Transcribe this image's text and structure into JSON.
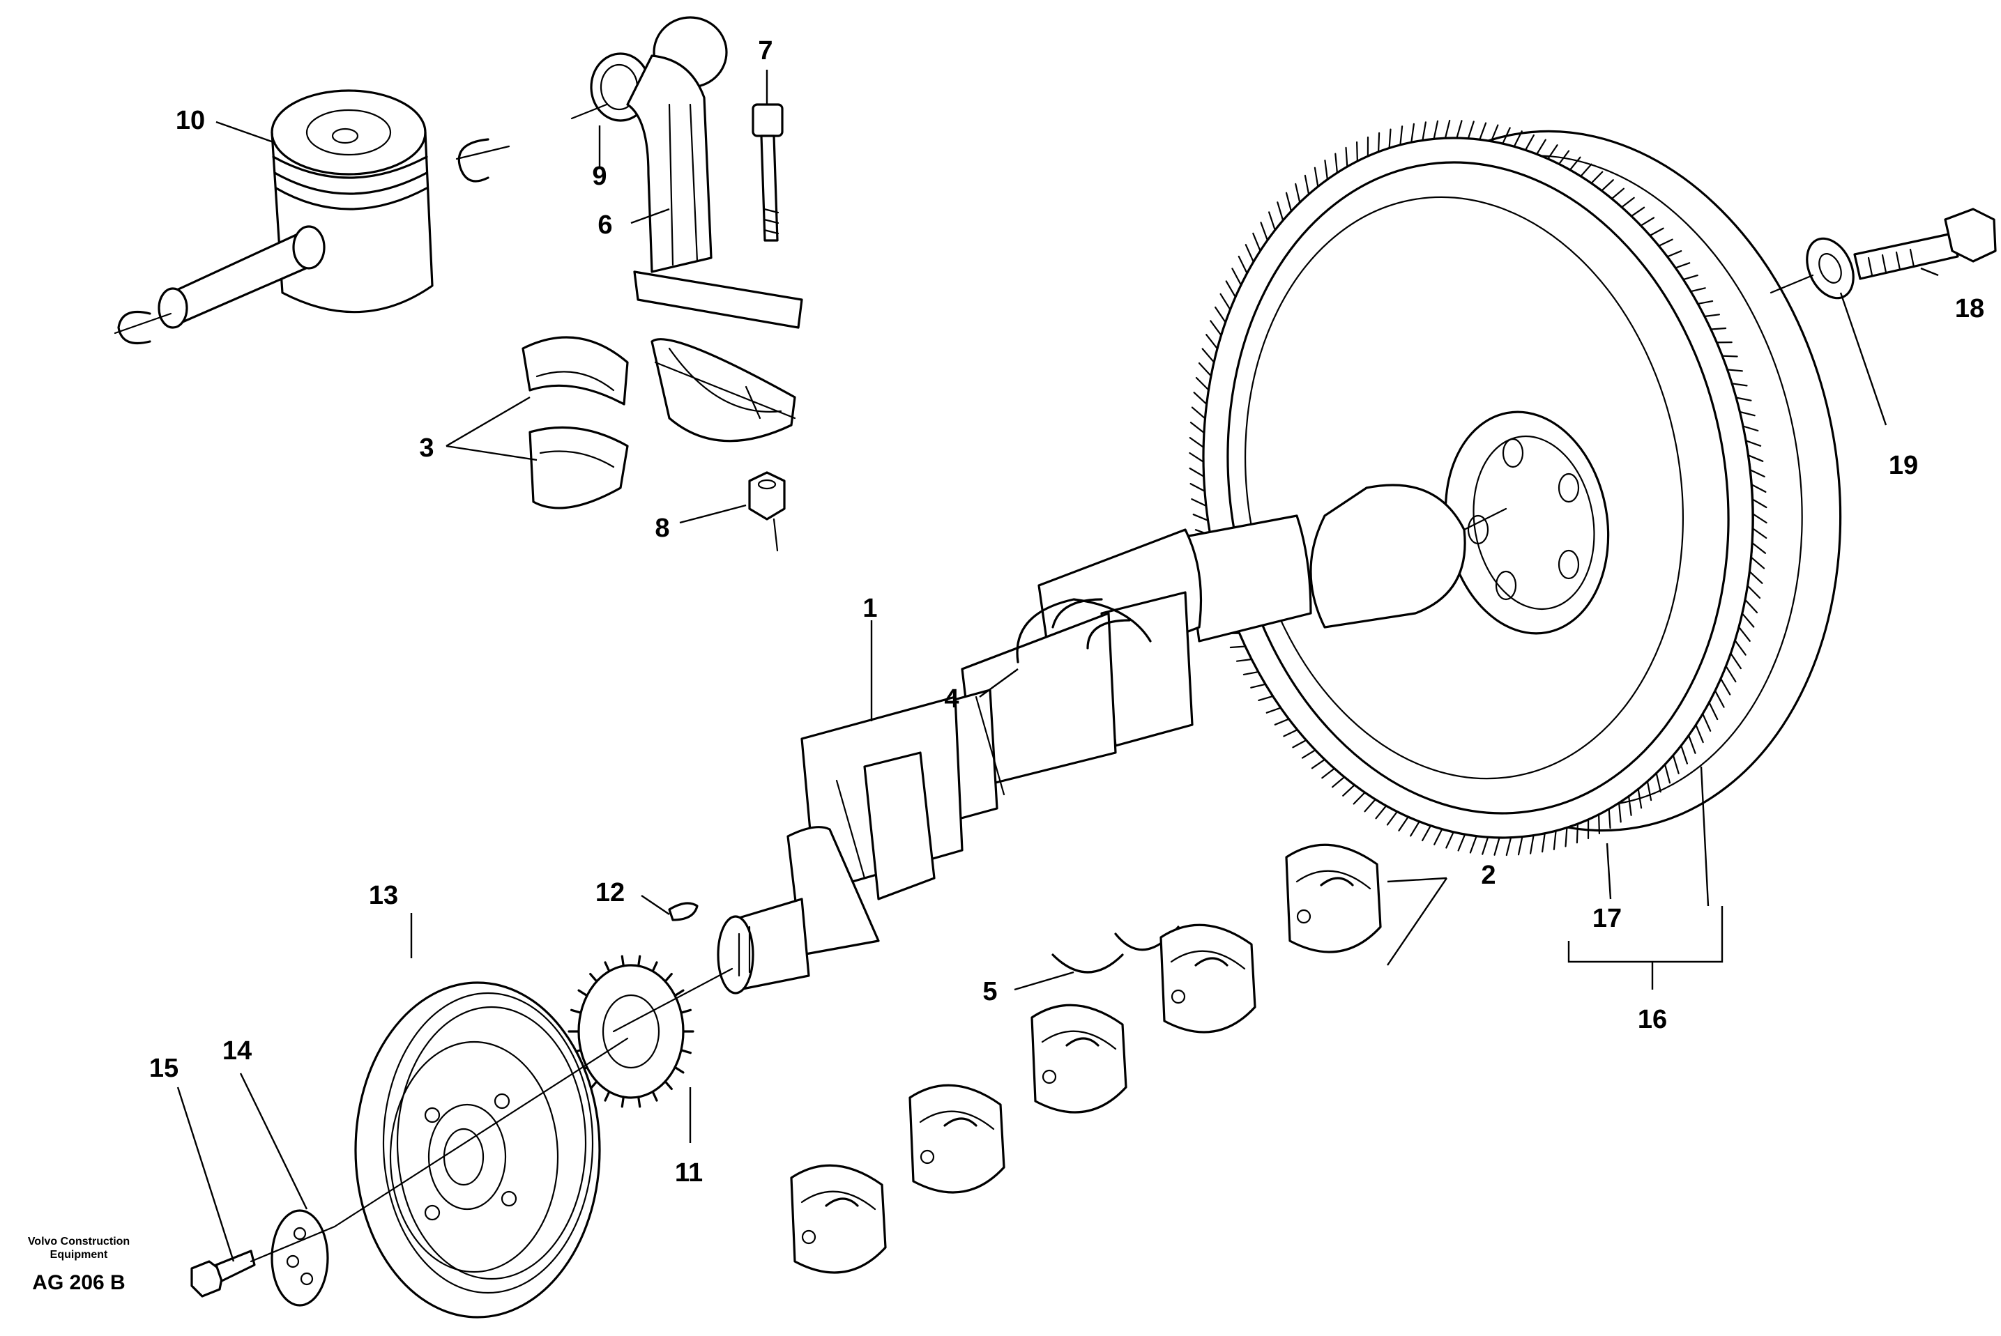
{
  "callouts": {
    "c1": "1",
    "c2": "2",
    "c3": "3",
    "c4": "4",
    "c5": "5",
    "c6": "6",
    "c7": "7",
    "c8": "8",
    "c9": "9",
    "c10": "10",
    "c11": "11",
    "c12": "12",
    "c13": "13",
    "c14": "14",
    "c15": "15",
    "c16": "16",
    "c17": "17",
    "c18": "18",
    "c19": "19"
  },
  "footer": {
    "company_line1": "Volvo Construction",
    "company_line2": "Equipment",
    "drawing_code": "AG 206 B"
  }
}
